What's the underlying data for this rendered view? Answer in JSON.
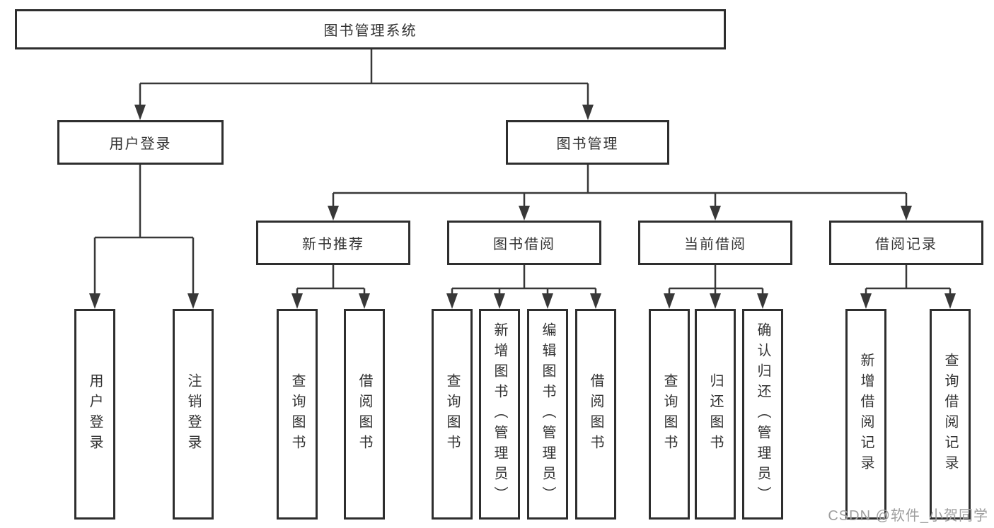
{
  "diagram": {
    "type": "tree",
    "root": {
      "label": "图书管理系统",
      "children": [
        {
          "label": "用户登录",
          "children": [
            {
              "label": "用户登录"
            },
            {
              "label": "注销登录"
            }
          ]
        },
        {
          "label": "图书管理",
          "children": [
            {
              "label": "新书推荐",
              "children": [
                {
                  "label": "查询图书"
                },
                {
                  "label": "借阅图书"
                }
              ]
            },
            {
              "label": "图书借阅",
              "children": [
                {
                  "label": "查询图书"
                },
                {
                  "label": "新增图书（管理员）"
                },
                {
                  "label": "编辑图书（管理员）"
                },
                {
                  "label": "借阅图书"
                }
              ]
            },
            {
              "label": "当前借阅",
              "children": [
                {
                  "label": "查询图书"
                },
                {
                  "label": "归还图书"
                },
                {
                  "label": "确认归还（管理员）"
                }
              ]
            },
            {
              "label": "借阅记录",
              "children": [
                {
                  "label": "新增借阅记录"
                },
                {
                  "label": "查询借阅记录"
                }
              ]
            }
          ]
        }
      ]
    },
    "watermark": {
      "text": "CSDN @软件_小贺同学"
    },
    "colors": {
      "background": "#ffffff",
      "box_border": "#2e2e2e",
      "line": "#383838",
      "text": "#333333",
      "watermark": "#9e9e9e"
    }
  }
}
